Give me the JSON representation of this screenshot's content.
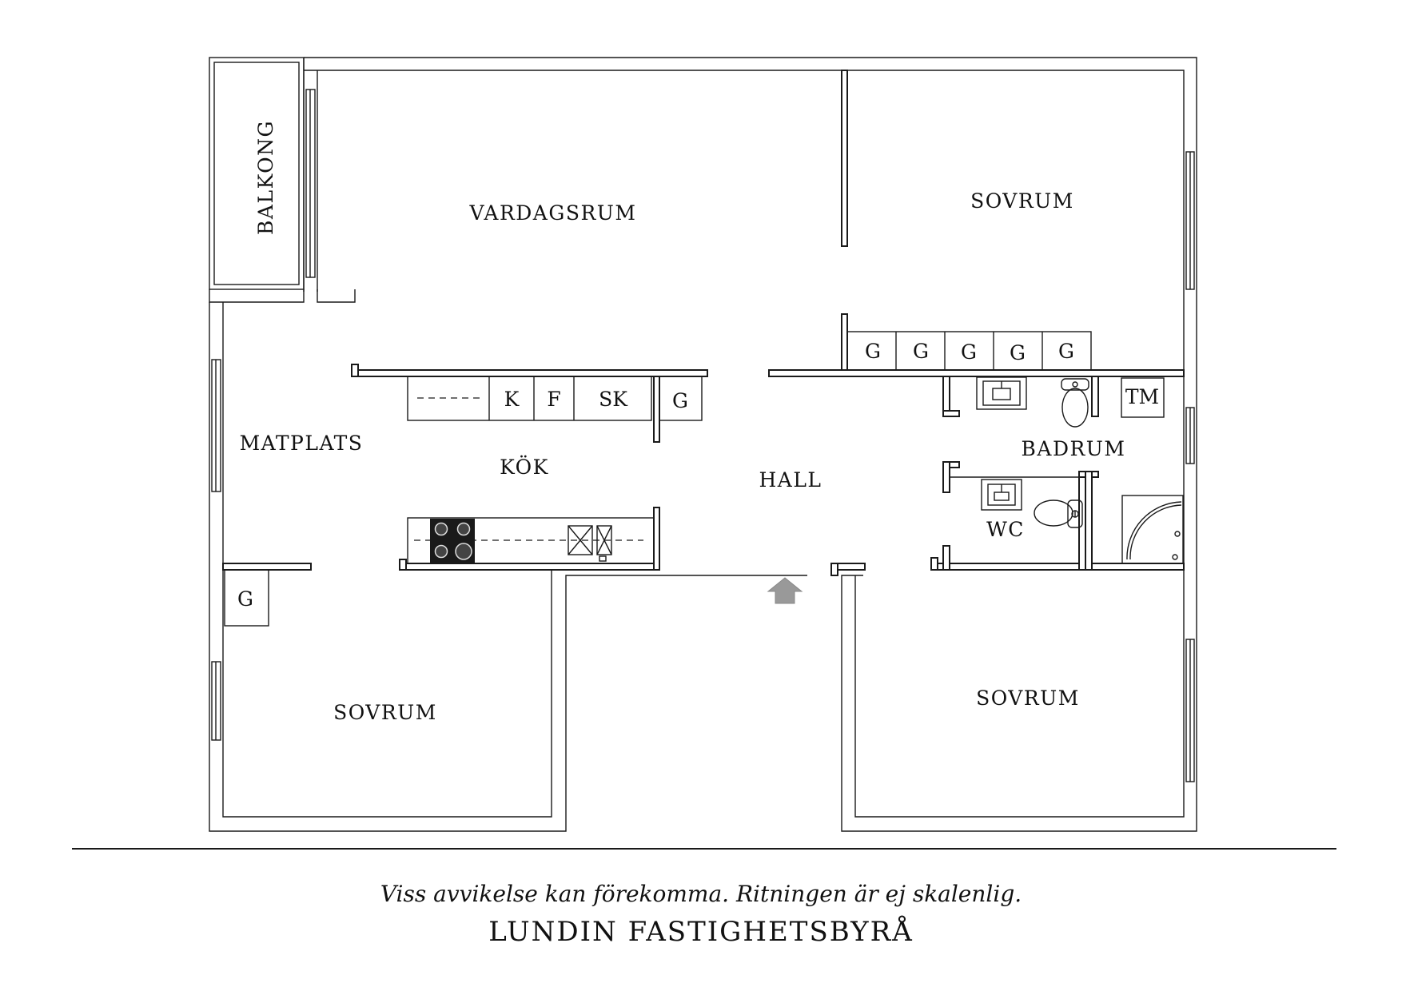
{
  "rooms": {
    "balkong": "BALKONG",
    "vardagsrum": "VARDAGSRUM",
    "sovrum_top_right": "SOVRUM",
    "matplats": "MATPLATS",
    "kok": "KÖK",
    "hall": "HALL",
    "badrum": "BADRUM",
    "wc": "WC",
    "sovrum_bottom_left": "SOVRUM",
    "sovrum_bottom_right": "SOVRUM"
  },
  "fixtures": {
    "kitchen_k": "K",
    "kitchen_f": "F",
    "kitchen_sk": "SK",
    "kitchen_g": "G",
    "wardrobes": [
      "G",
      "G",
      "G",
      "G",
      "G"
    ],
    "tm": "TM",
    "bedroom_g": "G"
  },
  "footer": {
    "disclaimer": "Viss avvikelse kan förekomma. Ritningen är ej skalenlig.",
    "brand": "LUNDIN FASTIGHETSBYRÅ"
  }
}
